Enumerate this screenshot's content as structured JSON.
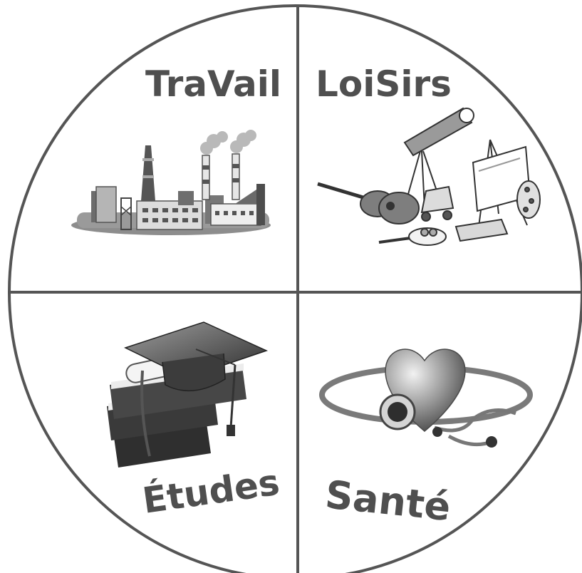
{
  "diagram": {
    "quadrants": [
      {
        "label": "TraVail",
        "icon": "factory-icon"
      },
      {
        "label": "LoiSirs",
        "icon": "leisure-icon"
      },
      {
        "label": "Études",
        "icon": "graduation-books-icon"
      },
      {
        "label": "Santé",
        "icon": "heart-stethoscope-icon"
      }
    ]
  }
}
